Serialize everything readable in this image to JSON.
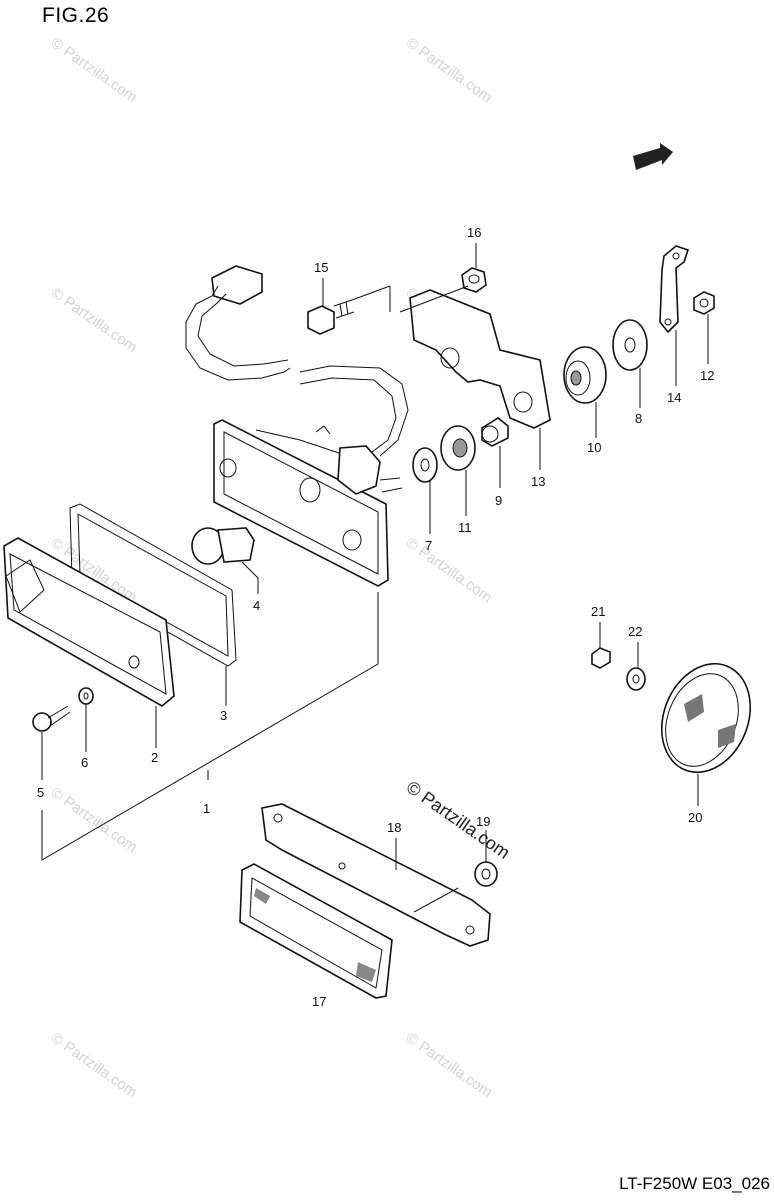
{
  "figure": {
    "title": "FIG.26",
    "code": "LT-F250W E03_026"
  },
  "watermark": {
    "text": "© Partzilla.com"
  },
  "callouts": {
    "p1": "1",
    "p2": "2",
    "p3": "3",
    "p4": "4",
    "p5": "5",
    "p6": "6",
    "p7": "7",
    "p8": "8",
    "p9": "9",
    "p10": "10",
    "p11": "11",
    "p12": "12",
    "p13": "13",
    "p14": "14",
    "p15": "15",
    "p16": "16",
    "p17": "17",
    "p18": "18",
    "p19": "19",
    "p20": "20",
    "p21": "21",
    "p22": "22"
  }
}
